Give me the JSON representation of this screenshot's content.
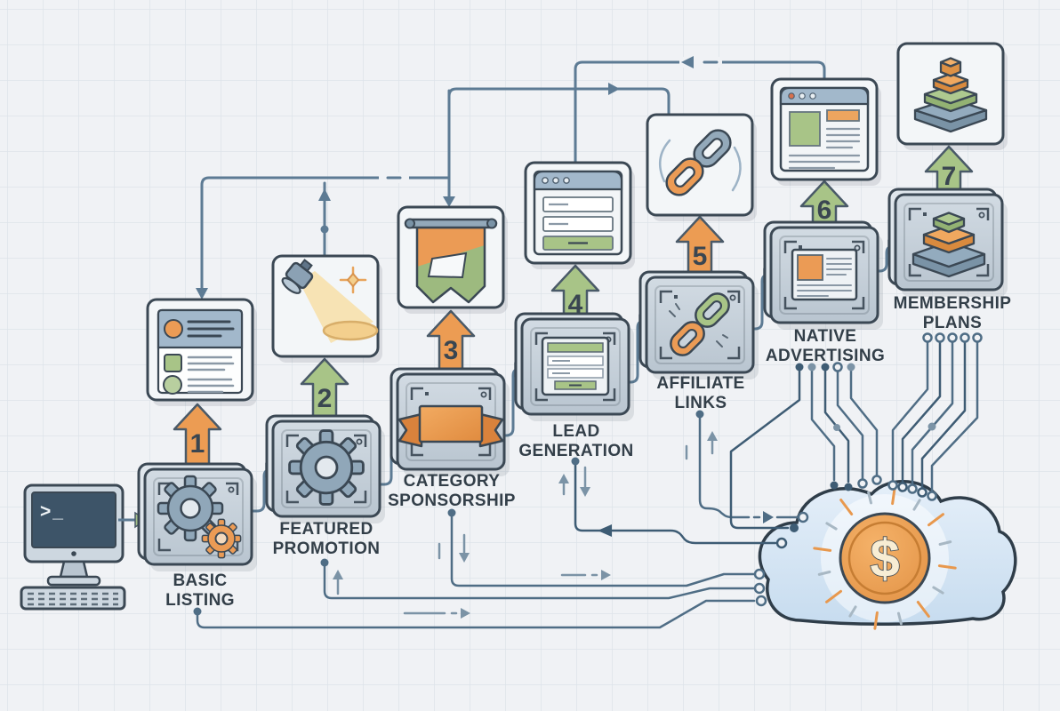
{
  "diagram": {
    "subject": "website-monetization-flow",
    "background_style": "grid-paper"
  },
  "terminal": {
    "icon": "terminal-monitor-icon",
    "prompt_symbol": ">_"
  },
  "steps": [
    {
      "number": "1",
      "label": [
        "BASIC",
        "LISTING"
      ],
      "arrow_fill": "#EC9C53",
      "box_icon": "gears-icon",
      "card_icon": "listing-card-icon"
    },
    {
      "number": "2",
      "label": [
        "FEATURED",
        "PROMOTION"
      ],
      "arrow_fill": "#A8C487",
      "box_icon": "gear-icon",
      "card_icon": "spotlight-icon"
    },
    {
      "number": "3",
      "label": [
        "CATEGORY",
        "SPONSORSHIP"
      ],
      "arrow_fill": "#EC9C53",
      "box_icon": "ribbon-banner-icon",
      "card_icon": "pennant-banner-icon"
    },
    {
      "number": "4",
      "label": [
        "LEAD",
        "GENERATION"
      ],
      "arrow_fill": "#A8C487",
      "box_icon": "form-icon",
      "card_icon": "signup-form-window-icon"
    },
    {
      "number": "5",
      "label": [
        "AFFILIATE",
        "LINKS"
      ],
      "arrow_fill": "#EC9C53",
      "box_icon": "broken-chain-icon",
      "card_icon": "chain-link-icon"
    },
    {
      "number": "6",
      "label": [
        "NATIVE",
        "ADVERTISING"
      ],
      "arrow_fill": "#A8C487",
      "box_icon": "article-ad-icon",
      "card_icon": "ad-webpage-icon"
    },
    {
      "number": "7",
      "label": [
        "MEMBERSHIP",
        "PLANS"
      ],
      "arrow_fill": "#A8C487",
      "box_icon": "tier-pyramid-icon",
      "card_icon": "tier-pyramid-stack-icon"
    }
  ],
  "cloud": {
    "icon": "revenue-cloud-icon",
    "coin_icon": "dollar-coin-icon",
    "coin_symbol": "$"
  },
  "colors": {
    "orange": "#EC9C53",
    "green": "#A8C487",
    "slate_line": "#5D7B94",
    "circuit_line": "#4F6D85",
    "outline": "#3B4854",
    "box_fill": "#C9D3DC",
    "card_fill": "#F3F6F8",
    "text": "#333F49",
    "cloud_fill": "#D9E7F4",
    "coin_fill": "#EFA058",
    "background": "#F0F2F5"
  }
}
